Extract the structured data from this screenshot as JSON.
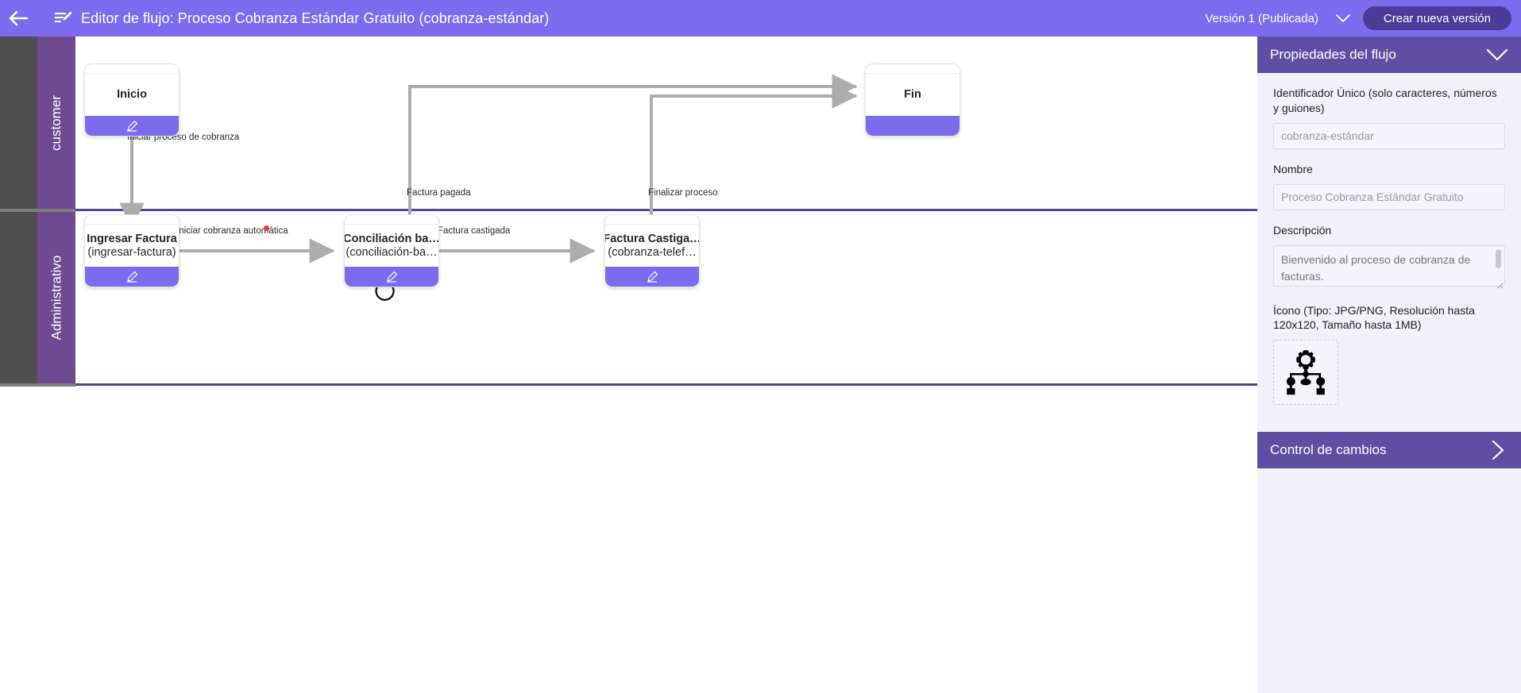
{
  "topbar": {
    "back_icon": "arrow-left-icon",
    "app_icon": "flow-editor-icon",
    "title": "Editor de flujo: Proceso Cobranza Estándar Gratuito (cobranza-estándar)",
    "version_label": "Versión 1 (Publicada)",
    "version_chevron_icon": "chevron-down-icon",
    "new_version_button": "Crear nueva versión",
    "bg_color": "#7C6BEF",
    "button_color": "#4C3C96"
  },
  "canvas": {
    "lanes": [
      {
        "label": "customer",
        "color": "#6E4A92"
      },
      {
        "label": "Administrativo",
        "color": "#6E4A92"
      }
    ],
    "lane_divider_color": "#4F4699",
    "gutter_color": "#4F4F4F",
    "nodes": [
      {
        "id": "inicio",
        "title": "Inicio",
        "sub": "",
        "edit_icon": "pencil-icon",
        "has_edit": true,
        "accent": "#7C6BEF"
      },
      {
        "id": "fin",
        "title": "Fin",
        "sub": "",
        "edit_icon": "",
        "has_edit": false,
        "accent": "#7C6BEF"
      },
      {
        "id": "ingresar",
        "title": "Ingresar Factura",
        "sub": "(ingresar-factura)",
        "edit_icon": "pencil-icon",
        "has_edit": true,
        "accent": "#7C6BEF"
      },
      {
        "id": "concil",
        "title": "Conciliación ba…",
        "sub": "(conciliación-ba…",
        "edit_icon": "pencil-icon",
        "has_edit": true,
        "accent": "#7C6BEF"
      },
      {
        "id": "castigada",
        "title": "Factura Castiga…",
        "sub": "(cobranza-telef…",
        "edit_icon": "pencil-icon",
        "has_edit": true,
        "accent": "#7C6BEF"
      }
    ],
    "edges": [
      {
        "label": "Iniciar proceso de cobranza",
        "badge": false
      },
      {
        "label": "Iniciar cobranza automática",
        "badge": true,
        "badge_color": "#F4393C"
      },
      {
        "label": "Factura castigada",
        "badge": false
      },
      {
        "label": "Factura pagada",
        "badge": false
      },
      {
        "label": "Finalizar proceso",
        "badge": false
      }
    ],
    "edge_color": "#ACACAC"
  },
  "panel": {
    "flow_properties": {
      "header": "Propiedades del flujo",
      "chevron_icon": "chevron-down-icon",
      "uid_label": "Identificador Único (solo caracteres, números y guiones)",
      "uid_placeholder": "cobranza-estándar",
      "name_label": "Nombre",
      "name_placeholder": "Proceso Cobranza Estándar Gratuito",
      "desc_label": "Descripción",
      "desc_placeholder": "Bienvenido al proceso de cobranza de facturas.\nEste es un proceso estándar y",
      "icon_label": "Ícono (Tipo: JPG/PNG, Resolución hasta 120x120, Tamaño hasta 1MB)",
      "icon_preview": "workflow-gear-icon"
    },
    "change_control": {
      "header": "Control de cambios",
      "chevron_icon": "chevron-right-icon"
    },
    "header_color": "#5F4FA2",
    "bg_color": "#F2F1FB"
  }
}
